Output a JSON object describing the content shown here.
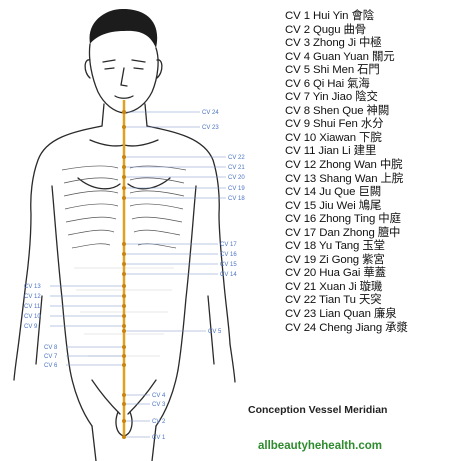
{
  "point_list": [
    "CV 1 Hui Yin 會陰",
    "CV 2 Qugu 曲骨",
    "CV 3 Zhong Ji 中極",
    "CV 4 Guan Yuan 關元",
    "CV 5 Shi Men 石門",
    "CV 6 Qi Hai 氣海",
    "CV 7 Yin Jiao 陰交",
    "CV 8 Shen Que 神闕",
    "CV 9 Shui Fen 水分",
    "CV 10 Xiawan 下脘",
    "CV 11 Jian Li 建里",
    "CV 12 Zhong Wan 中脘",
    "CV 13 Shang Wan 上脘",
    "CV 14 Ju Que 巨闕",
    "CV 15 Jiu Wei 鳩尾",
    "CV 16 Zhong Ting 中庭",
    "CV 17 Dan Zhong 膻中",
    "CV 18 Yu Tang 玉堂",
    "CV 19 Zi Gong 紫宮",
    "CV 20 Hua Gai 華蓋",
    "CV 21 Xuan Ji 璇璣",
    "CV 22 Tian Tu 天突",
    "CV 23 Lian Quan 廉泉",
    "CV 24 Cheng Jiang 承漿"
  ],
  "caption": "Conception Vessel Meridian",
  "site": "allbeautyhehealth.com",
  "figure_labels": {
    "head_upper": "CV 24",
    "head_lower": "CV 23",
    "chest_right": [
      "CV 22",
      "CV 21",
      "CV 20",
      "CV 19",
      "CV 18"
    ],
    "mid_right": [
      "CV 17",
      "CV 16",
      "CV 15",
      "CV 14"
    ],
    "left_column": [
      "CV 13",
      "CV 12",
      "CV 11",
      "CV 10",
      "CV 9"
    ],
    "left_lower": [
      "CV 8",
      "CV 7",
      "CV 6"
    ],
    "right_lower": "CV 5",
    "pelvis": [
      "CV 4",
      "CV 3"
    ],
    "groin": "CV 2",
    "perineum": "CV 1"
  },
  "colors": {
    "meridian_line": "#e0a020",
    "acupoint": "#c8850f",
    "label_text": "#4a73c4",
    "site_text": "#2e8b2e"
  }
}
